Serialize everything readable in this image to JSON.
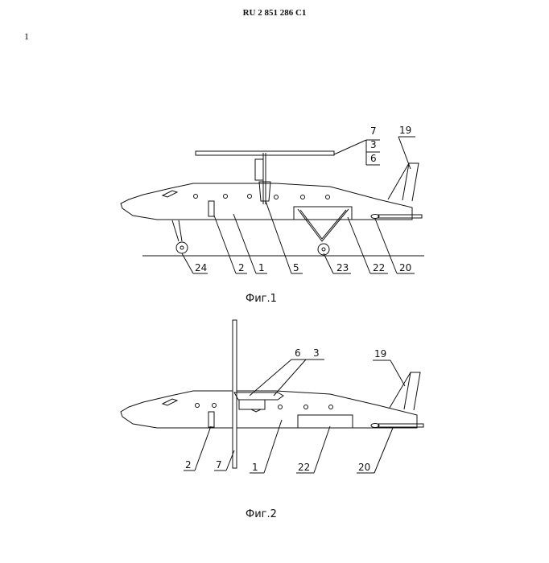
{
  "header": {
    "publication": "RU 2 851 286 C1"
  },
  "page": {
    "number": "1"
  },
  "figure1": {
    "caption": "Фиг.1",
    "labels": {
      "l7": "7",
      "l3": "3",
      "l6": "6",
      "l19": "19",
      "l24": "24",
      "l2": "2",
      "l1": "1",
      "l5": "5",
      "l23": "23",
      "l22": "22",
      "l20": "20"
    }
  },
  "figure2": {
    "caption": "Фиг.2",
    "labels": {
      "l6": "6",
      "l3": "3",
      "l19": "19",
      "l2": "2",
      "l7": "7",
      "l1": "1",
      "l22": "22",
      "l20": "20"
    }
  }
}
